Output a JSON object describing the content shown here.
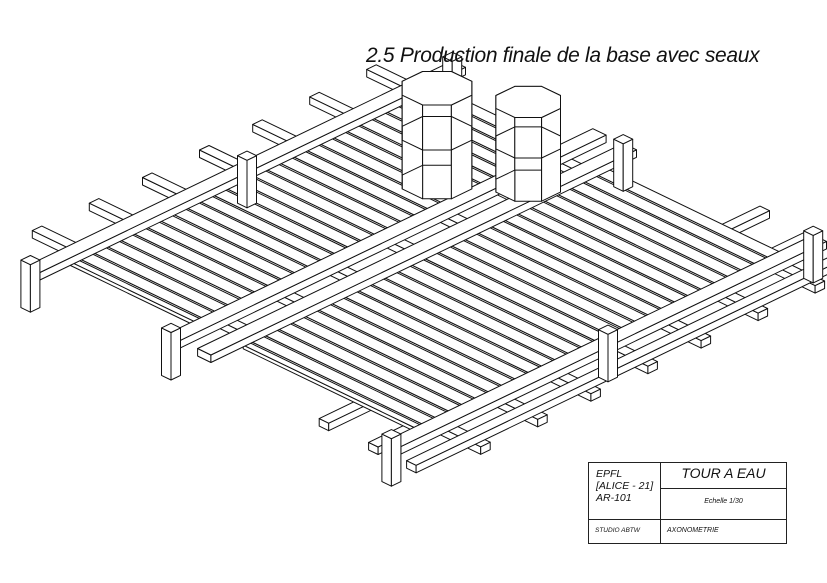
{
  "title": "2.5 Production finale de la base avec seaux",
  "cartouche": {
    "school": "EPFL",
    "group": "[ALICE - 21]",
    "course": "AR-101",
    "project": "TOUR A EAU",
    "scale": "Echelle 1/30",
    "studio": "STUDIO ABTW",
    "view": "AXONOMETRIE"
  }
}
